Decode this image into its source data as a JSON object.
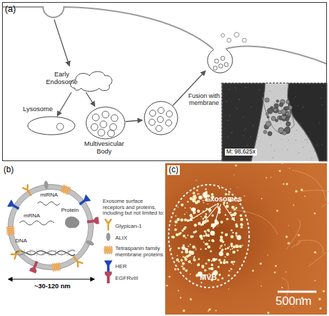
{
  "diagram": {
    "nodes": [
      {
        "text": [
          "(a)"
        ]
      },
      {
        "text": [
          "Early Endosome"
        ],
        "in": 0
      },
      {
        "text": [
          "Lysosome"
        ],
        "in": 0
      },
      {
        "text": [
          "Multivesicular Body"
        ],
        "in": 0
      },
      {
        "text": [
          "Fusion with membrane"
        ],
        "in": 0
      },
      {
        "text": [
          "M: 98,625x"
        ],
        "in": 0
      },
      {
        "text": [
          "miRNA",
          "Protein",
          "mRNA",
          "DNA"
        ]
      },
      {
        "text": [
          "(c)"
        ]
      },
      {
        "text": [
          "MVB"
        ],
        "in": 7
      }
    ],
    "edges": [
      {
        "from": 1,
        "to": 2,
        "arrow": "to"
      },
      {
        "from": 1,
        "to": 3,
        "arrow": "to"
      }
    ],
    "labels": [
      "(b)",
      "Exosome surface receptors and proteins, including but not limited to:",
      "~30-120 nm",
      "Exosomes",
      "500nm"
    ],
    "legend": [
      {
        "text": "Glypican-1"
      },
      {
        "text": "ALIX"
      },
      {
        "text": "Tetraspanin family membrane proteins"
      },
      {
        "text": "HER"
      },
      {
        "text": "EGFRvIII"
      }
    ]
  }
}
